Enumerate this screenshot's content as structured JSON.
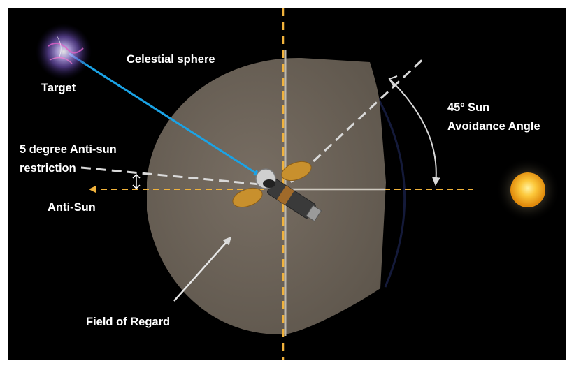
{
  "labels": {
    "celestial_sphere": "Celestial sphere",
    "target": "Target",
    "anti_sun_restriction_line1": "5 degree Anti-sun",
    "anti_sun_restriction_line2": "restriction",
    "anti_sun": "Anti-Sun",
    "sun_avoidance_line1": "45º Sun",
    "sun_avoidance_line2": "Avoidance Angle",
    "field_of_regard": "Field of Regard"
  },
  "colors": {
    "background": "#000000",
    "field_of_regard": "#6b6257",
    "axis_dashes": "#f0b23c",
    "target_pointer": "#1aa3e6",
    "guide_lines": "#d9d9d9",
    "sun": "#f2a81d"
  },
  "icons": {
    "target": "nebula-icon",
    "sun": "sun-icon",
    "spacecraft": "telescope-spacecraft-icon"
  },
  "angles": {
    "sun_avoidance_deg": 45,
    "anti_sun_restriction_deg": 5
  }
}
